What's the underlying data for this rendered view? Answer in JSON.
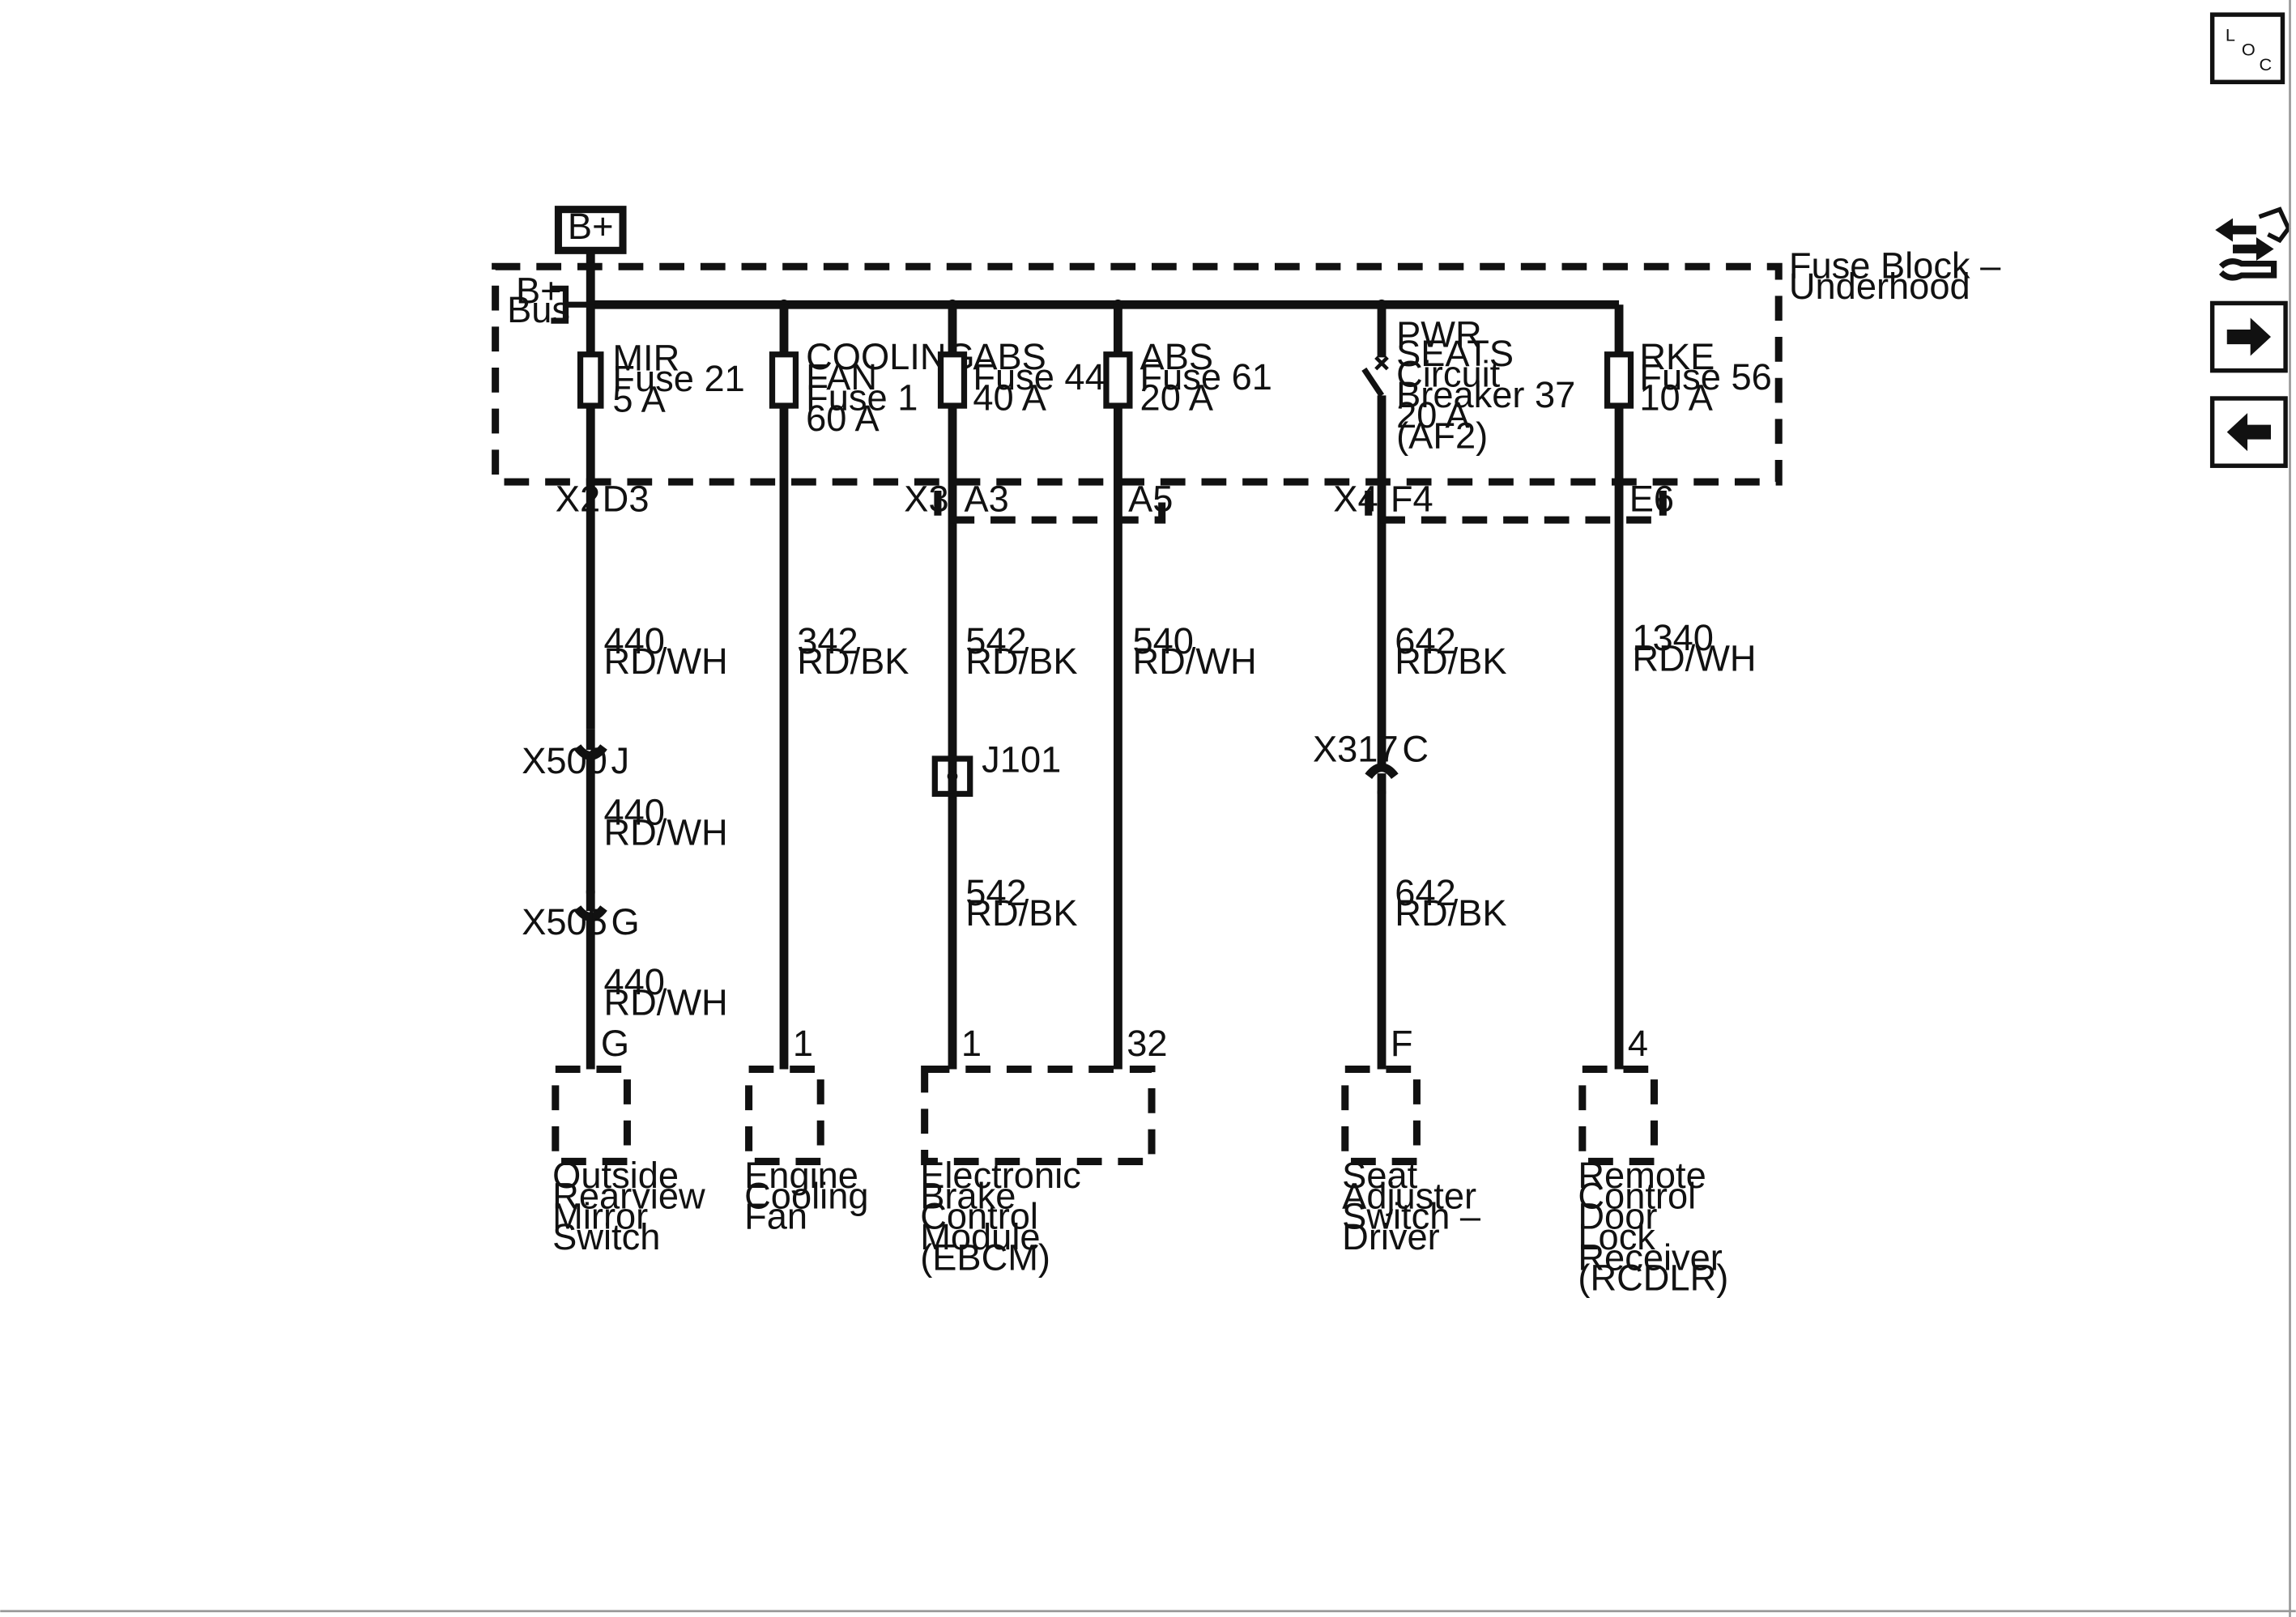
{
  "source": {
    "label": "B+"
  },
  "bus": {
    "label": [
      "B+",
      "Bus"
    ]
  },
  "fuse_block": {
    "label": [
      "Fuse Block –",
      "Underhood"
    ]
  },
  "connectors": {
    "x2": "X2",
    "x3": "X3",
    "x4": "X4"
  },
  "fuses": {
    "mir": [
      "MIR",
      "Fuse 21",
      "5 A"
    ],
    "cooling": [
      "COOLING",
      "FAN",
      "Fuse 1",
      "60 A"
    ],
    "abs44": [
      "ABS",
      "Fuse 44",
      "40 A"
    ],
    "abs61": [
      "ABS",
      "Fuse 61",
      "20 A"
    ],
    "pwr": [
      "PWR",
      "SEATS",
      "Circuit",
      "Breaker 37",
      "20 A",
      "(AF2)"
    ],
    "rke": [
      "RKE",
      "Fuse 56",
      "10 A"
    ]
  },
  "pins": {
    "d3": "D3",
    "a3": "A3",
    "a5": "A5",
    "f4": "F4",
    "e6": "E6"
  },
  "wires": {
    "w440": [
      "440",
      "RD/WH"
    ],
    "w342": [
      "342",
      "RD/BK"
    ],
    "w542": [
      "542",
      "RD/BK"
    ],
    "w540": [
      "540",
      "RD/WH"
    ],
    "w642": [
      "642",
      "RD/BK"
    ],
    "w1340": [
      "1340",
      "RD/WH"
    ]
  },
  "inline": {
    "x500": {
      "name": "X500",
      "pin": "J"
    },
    "x505": {
      "name": "X505",
      "pin": "G"
    },
    "x317": {
      "name": "X317",
      "pin": "C"
    },
    "j101": "J101"
  },
  "component_pins": {
    "mirror": "G",
    "fan": "1",
    "ebcm1": "1",
    "ebcm32": "32",
    "seat": "F",
    "rcdlr": "4"
  },
  "components": {
    "mirror": [
      "Outside",
      "Rearview",
      "Mirror",
      "Switch"
    ],
    "fan": [
      "Engine",
      "Cooling",
      "Fan"
    ],
    "ebcm": [
      "Electronic",
      "Brake",
      "Control",
      "Module",
      "(EBCM)"
    ],
    "seat": [
      "Seat",
      "Adjuster",
      "Switch –",
      "Driver"
    ],
    "rcdlr": [
      "Remote",
      "Control",
      "Door",
      "Lock",
      "Receiver",
      "(RCDLR)"
    ]
  },
  "nav": {
    "loc": [
      "L",
      "O",
      "C"
    ]
  }
}
